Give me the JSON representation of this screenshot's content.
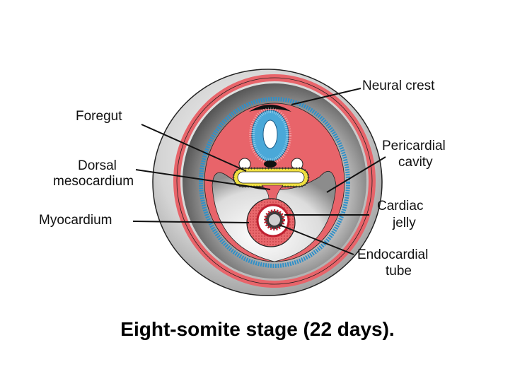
{
  "labels": {
    "neural_crest": "Neural crest",
    "foregut": "Foregut",
    "pericardial_1": "Pericardial",
    "pericardial_2": "cavity",
    "dorsal_1": "Dorsal",
    "dorsal_2": "mesocardium",
    "cardiac_1": "Cardiac",
    "cardiac_2": "jelly",
    "myocardium": "Myocardium",
    "endocardial_1": "Endocardial",
    "endocardial_2": "tube"
  },
  "caption": "Eight-somite stage (22 days).",
  "colors": {
    "ectoderm": "#e8646a",
    "mesoderm": "#f08a8c",
    "endoderm_blue": "#3fa4d8",
    "neural_tube": "#4aa8d8",
    "gut_yellow": "#f0e040",
    "outer_gray": "#d9d9d9",
    "inner_dark": "#3a3a3a"
  }
}
